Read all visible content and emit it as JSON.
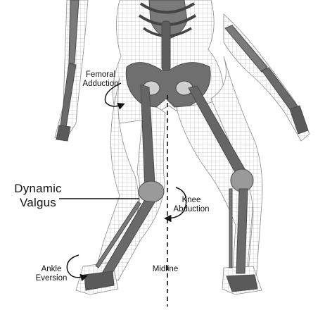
{
  "labels": {
    "femoral_adduction": [
      "Femoral",
      "Adduction"
    ],
    "dynamic_valgus": [
      "Dynamic",
      "Valgus"
    ],
    "knee_abduction": [
      "Knee",
      "Abduction"
    ],
    "ankle_eversion": [
      "Ankle",
      "Eversion"
    ],
    "midline": "Midline"
  },
  "colors": {
    "wireframe": "#8c8c8c",
    "bone_light": "#9a9a9a",
    "bone_dark": "#555555",
    "text": "#111111"
  }
}
